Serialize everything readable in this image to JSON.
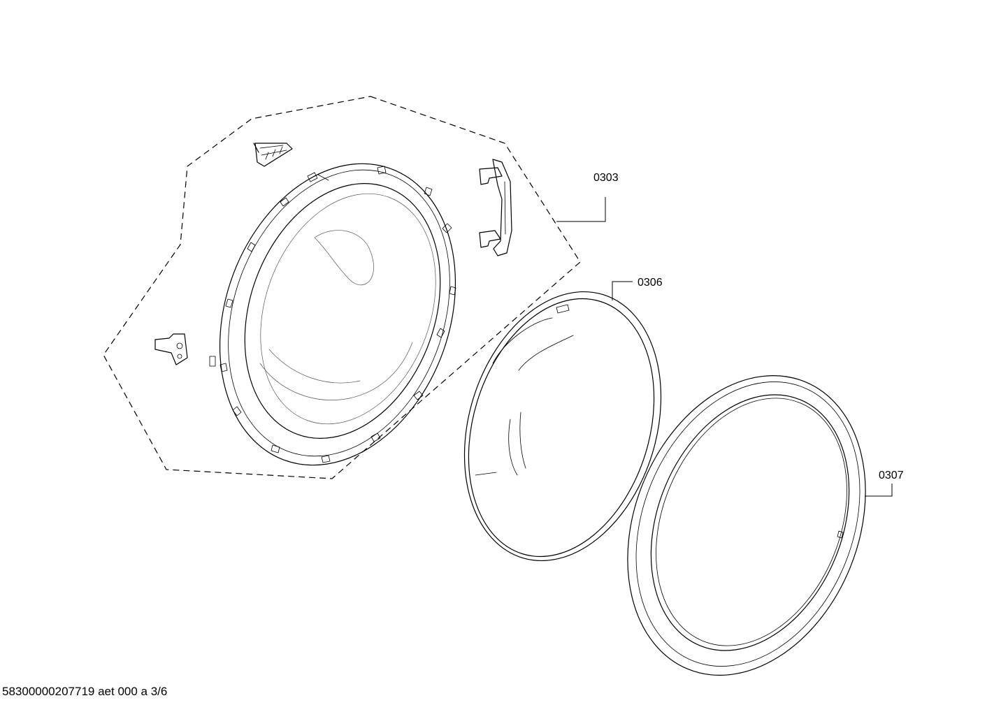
{
  "diagram": {
    "callouts": [
      {
        "id": "frame",
        "label": "0303"
      },
      {
        "id": "glass",
        "label": "0306"
      },
      {
        "id": "ring",
        "label": "0307"
      }
    ],
    "footer_code": "58300000207719 aet 000 a 3/6"
  }
}
